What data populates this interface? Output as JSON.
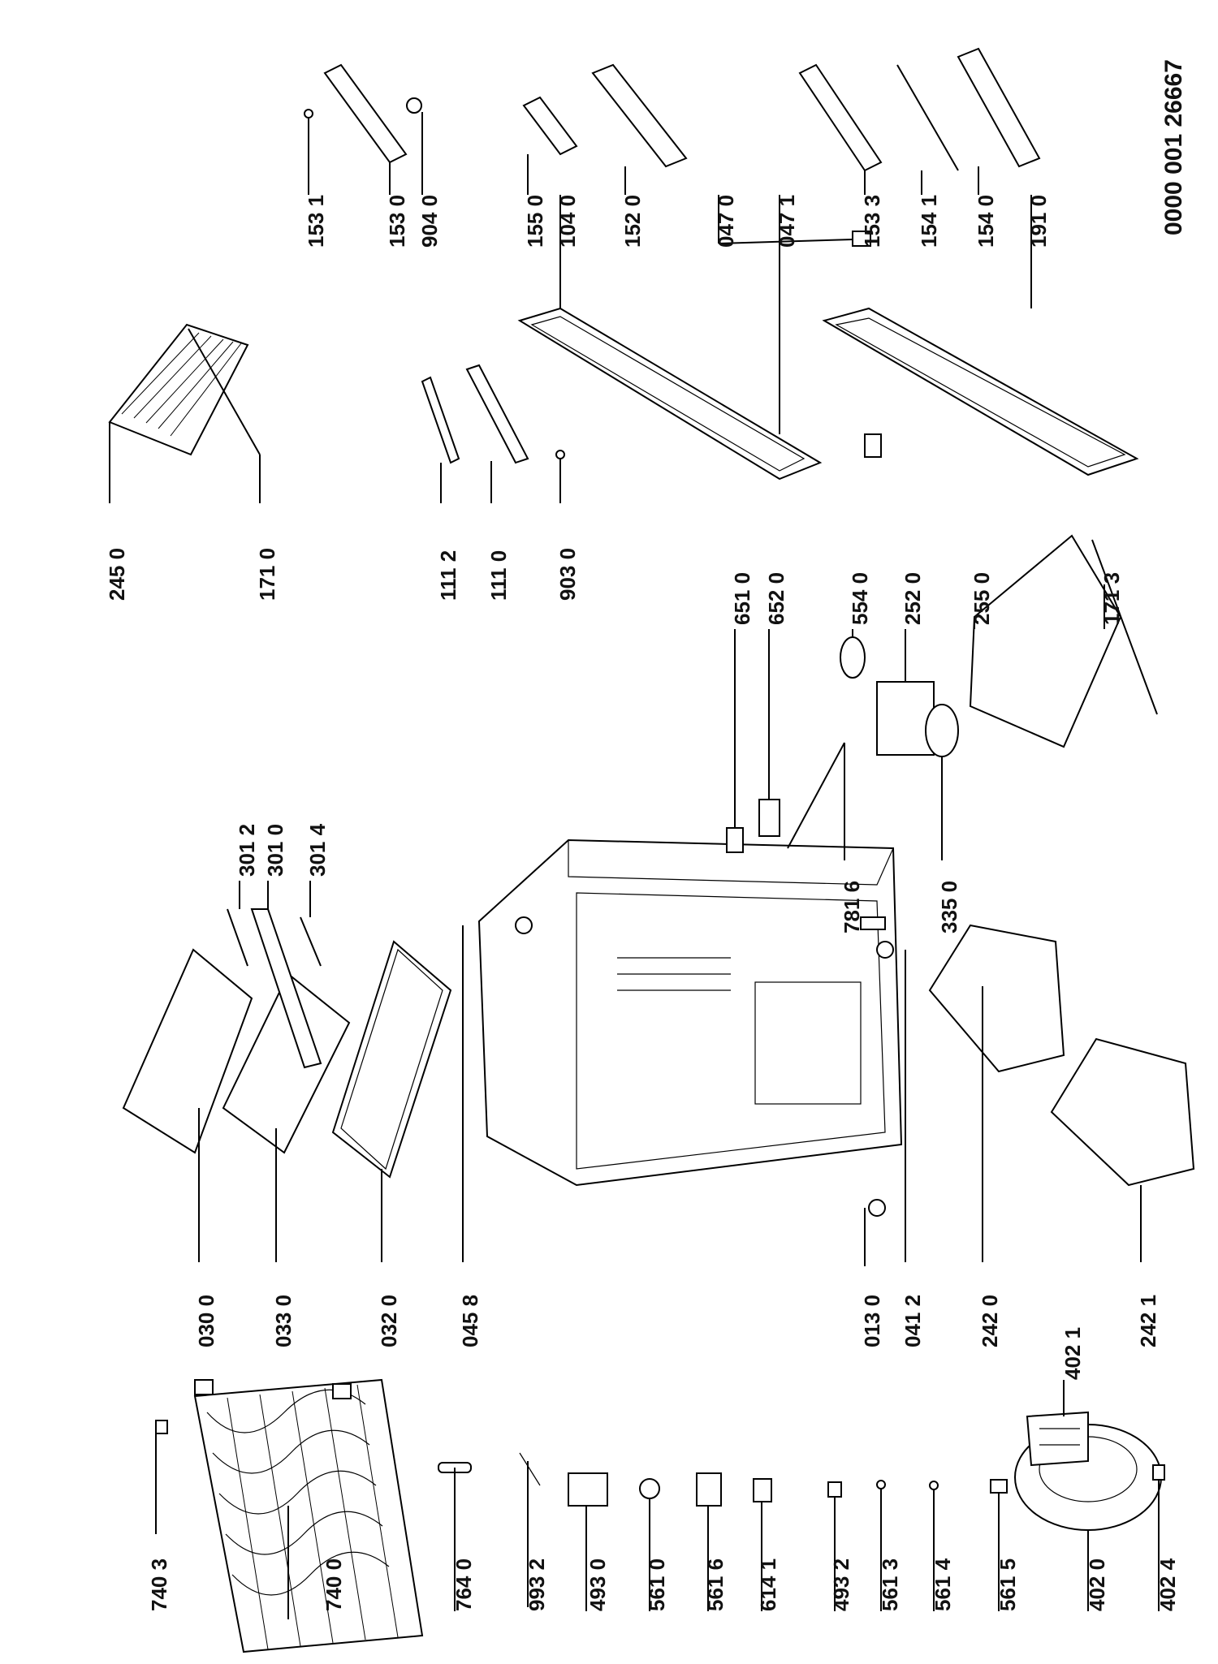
{
  "document_id": "0000 001 26667",
  "parts": [
    {
      "id": "p7403",
      "label": "740 3"
    },
    {
      "id": "p7400",
      "label": "740 0"
    },
    {
      "id": "p7640",
      "label": "764 0"
    },
    {
      "id": "p9932",
      "label": "993 2"
    },
    {
      "id": "p4930",
      "label": "493 0"
    },
    {
      "id": "p5610",
      "label": "561 0"
    },
    {
      "id": "p5616",
      "label": "561 6"
    },
    {
      "id": "p6141",
      "label": "614 1"
    },
    {
      "id": "p4932",
      "label": "493 2"
    },
    {
      "id": "p5613",
      "label": "561 3"
    },
    {
      "id": "p5614",
      "label": "561 4"
    },
    {
      "id": "p5615",
      "label": "561 5"
    },
    {
      "id": "p4020",
      "label": "402 0"
    },
    {
      "id": "p4024",
      "label": "402 4"
    },
    {
      "id": "p4021",
      "label": "402 1"
    },
    {
      "id": "p0300",
      "label": "030 0"
    },
    {
      "id": "p0330",
      "label": "033 0"
    },
    {
      "id": "p0320",
      "label": "032 0"
    },
    {
      "id": "p0458",
      "label": "045 8"
    },
    {
      "id": "p0130",
      "label": "013 0"
    },
    {
      "id": "p0412",
      "label": "041 2"
    },
    {
      "id": "p2420",
      "label": "242 0"
    },
    {
      "id": "p2421",
      "label": "242 1"
    },
    {
      "id": "p3012",
      "label": "301 2"
    },
    {
      "id": "p3010",
      "label": "301 0"
    },
    {
      "id": "p3014",
      "label": "301 4"
    },
    {
      "id": "p6510",
      "label": "651 0"
    },
    {
      "id": "p6520",
      "label": "652 0"
    },
    {
      "id": "p5540",
      "label": "554 0"
    },
    {
      "id": "p2520",
      "label": "252 0"
    },
    {
      "id": "p2550",
      "label": "255 0"
    },
    {
      "id": "p1713",
      "label": "171 3"
    },
    {
      "id": "p7816",
      "label": "781 6"
    },
    {
      "id": "p3350",
      "label": "335 0"
    },
    {
      "id": "p2450",
      "label": "245 0"
    },
    {
      "id": "p1710",
      "label": "171 0"
    },
    {
      "id": "p1112",
      "label": "111 2"
    },
    {
      "id": "p1110",
      "label": "111 0"
    },
    {
      "id": "p9030",
      "label": "903 0"
    },
    {
      "id": "p1531",
      "label": "153 1"
    },
    {
      "id": "p1530",
      "label": "153 0"
    },
    {
      "id": "p9040",
      "label": "904 0"
    },
    {
      "id": "p1550",
      "label": "155 0"
    },
    {
      "id": "p1040",
      "label": "104 0"
    },
    {
      "id": "p1520",
      "label": "152 0"
    },
    {
      "id": "p0470",
      "label": "047 0"
    },
    {
      "id": "p0471",
      "label": "047 1"
    },
    {
      "id": "p1533",
      "label": "153 3"
    },
    {
      "id": "p1541",
      "label": "154 1"
    },
    {
      "id": "p1540",
      "label": "154 0"
    },
    {
      "id": "p1910",
      "label": "191 0"
    }
  ]
}
